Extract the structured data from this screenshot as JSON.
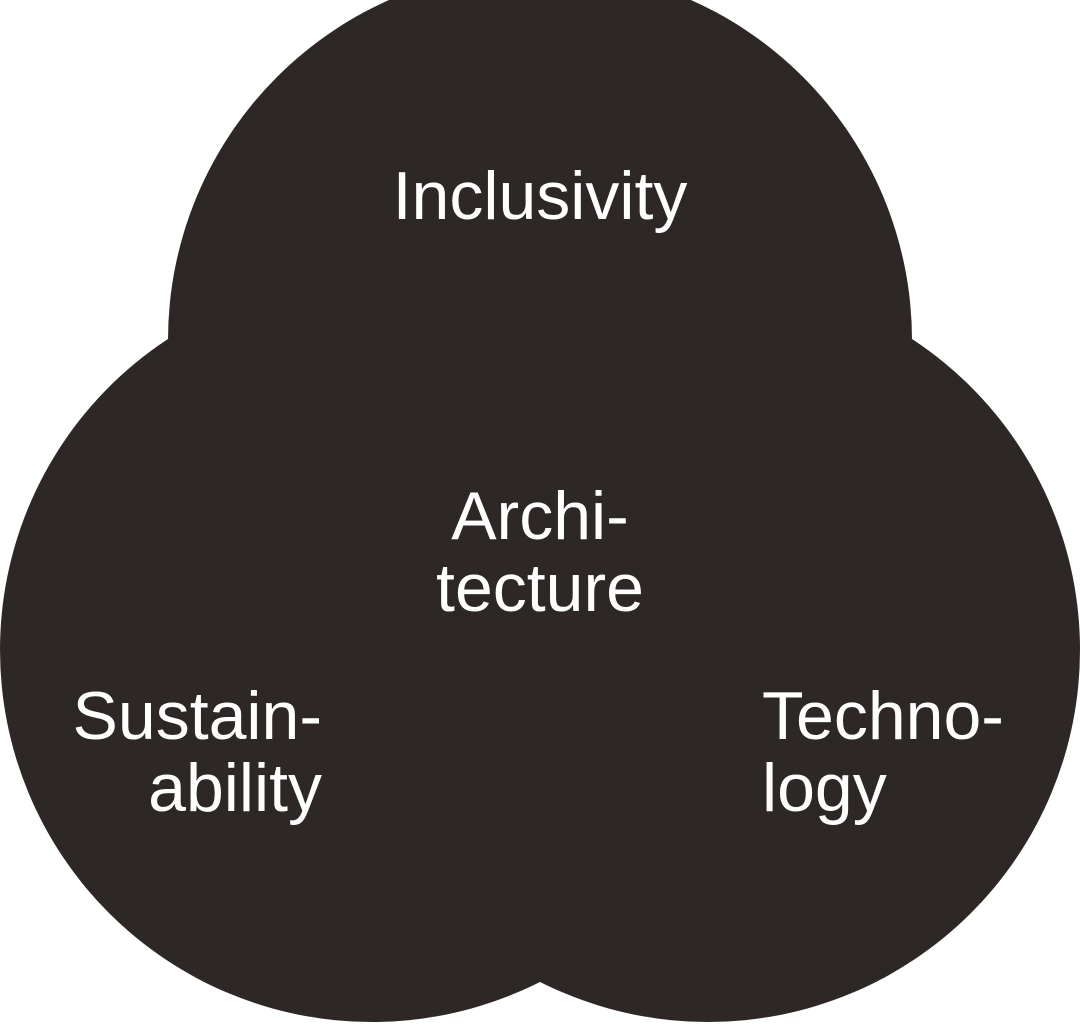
{
  "diagram": {
    "type": "three-circle-union",
    "colors": {
      "shape_fill": "#2d2826",
      "text": "#ffffff",
      "background": "#ffffff"
    },
    "top_circle": {
      "label": "Inclusivity"
    },
    "center": {
      "label_line1": "Archi-",
      "label_line2": "tecture"
    },
    "left_circle": {
      "label_line1": "Sustain-",
      "label_line2": "ability"
    },
    "right_circle": {
      "label_line1": "Techno-",
      "label_line2": "logy"
    }
  }
}
